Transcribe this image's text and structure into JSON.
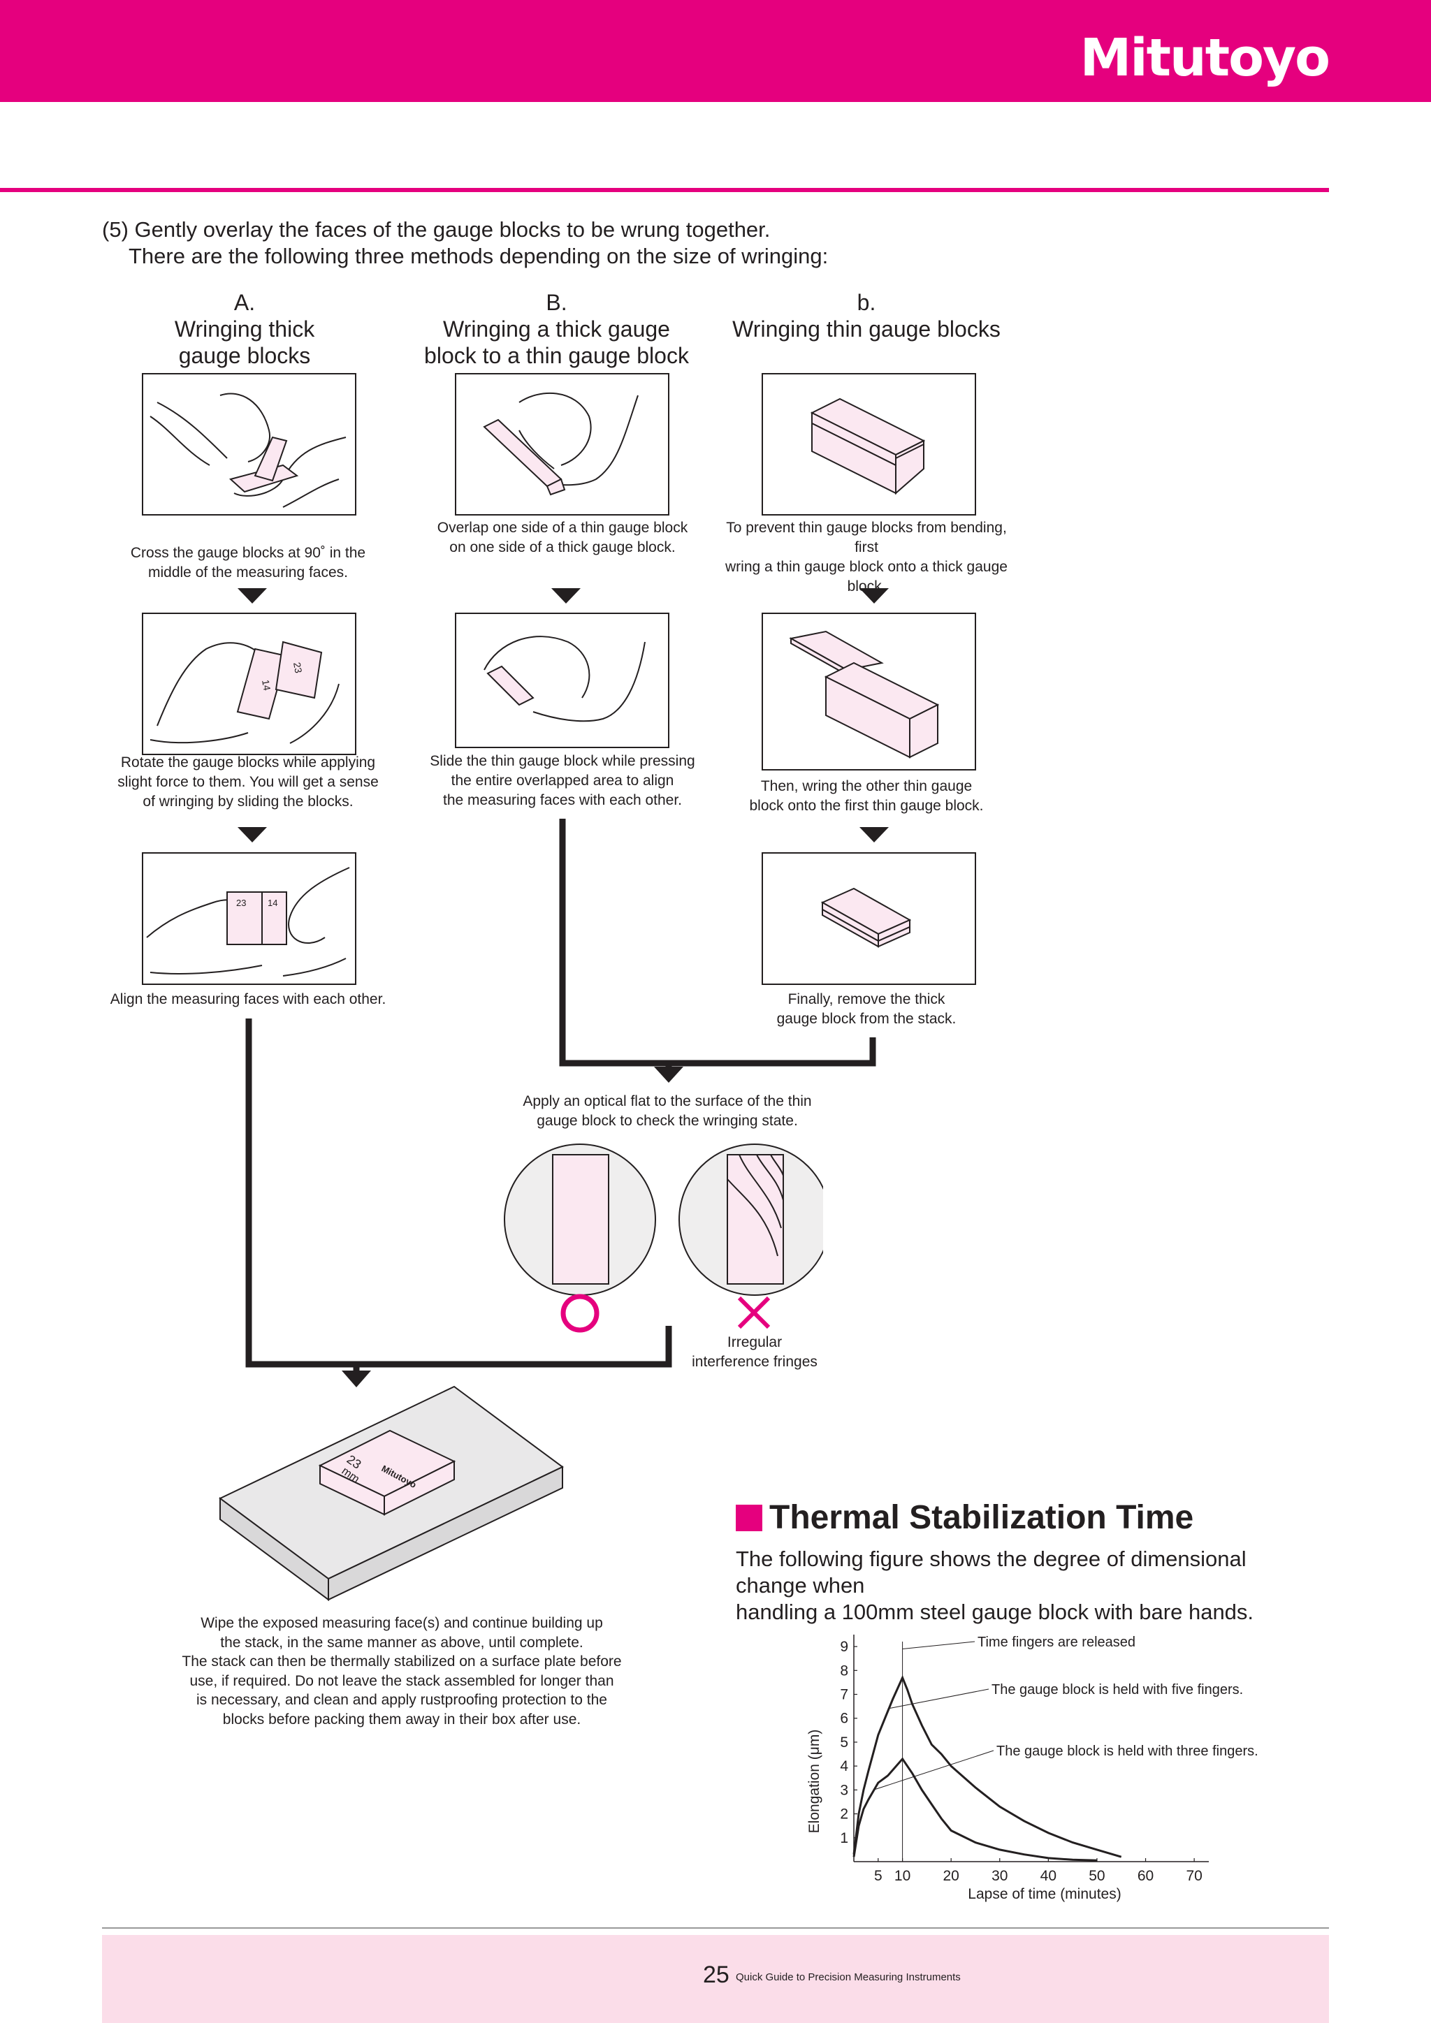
{
  "header": {
    "brand": "Mitutoyo"
  },
  "intro": {
    "line1": "(5) Gently overlay the faces of the gauge blocks to be wrung together.",
    "line2": "There are the following three methods depending on the size of wringing:"
  },
  "columns": {
    "a": {
      "letter": "A.",
      "title_line1": "Wringing thick",
      "title_line2": "gauge blocks"
    },
    "b": {
      "letter": "B.",
      "title_line1": "Wringing a thick gauge",
      "title_line2": "block to a thin gauge block"
    },
    "c": {
      "letter": "b.",
      "title_line1": "Wringing thin gauge blocks"
    }
  },
  "steps": {
    "a1": [
      "Cross the gauge blocks at 90˚ in the",
      "middle of the measuring faces."
    ],
    "a2": [
      "Rotate the gauge blocks while applying",
      "slight force to them. You will get a sense",
      "of wringing by sliding the blocks."
    ],
    "a3": [
      "Align the measuring faces with each other."
    ],
    "b1": [
      "Overlap one side of a thin gauge block",
      "on one side of a thick gauge block."
    ],
    "b2": [
      "Slide the thin gauge block while pressing",
      "the entire overlapped area to align",
      "the measuring faces with each other."
    ],
    "c1": [
      "To prevent thin gauge blocks from bending, first",
      "wring a thin gauge block onto a thick gauge block."
    ],
    "c2": [
      "Then, wring the other thin gauge",
      "block onto the first thin gauge block."
    ],
    "c3": [
      "Finally, remove the thick",
      "gauge block from the stack."
    ],
    "optical": [
      "Apply an optical flat to the surface of the thin",
      "gauge block to check the wringing state."
    ],
    "irregular": [
      "Irregular",
      "interference fringes"
    ],
    "final": [
      "Wipe the exposed measuring face(s) and continue building up",
      "the stack, in the same manner as above, until complete.",
      "The stack can then be thermally stabilized on a surface plate before",
      "use, if required. Do not leave the stack assembled for longer than",
      "is necessary, and clean and apply rustproofing protection to the",
      "blocks before packing them away in their box after use."
    ]
  },
  "block_marks": {
    "size_23": "23",
    "size_14": "14",
    "unit": "mm",
    "maker": "Mitutoyo"
  },
  "section": {
    "title": "Thermal Stabilization Time",
    "desc_line1": "The following figure shows the degree of dimensional change when",
    "desc_line2": "handling a 100mm steel gauge block with bare hands."
  },
  "chart_data": {
    "type": "line",
    "xlabel": "Lapse of time (minutes)",
    "ylabel": "Elongation (μm)",
    "x_ticks": [
      5,
      10,
      20,
      30,
      40,
      50,
      60,
      70
    ],
    "y_ticks": [
      1,
      2,
      3,
      4,
      5,
      6,
      7,
      8,
      9
    ],
    "xlim": [
      0,
      73
    ],
    "ylim": [
      0,
      9.5
    ],
    "annotations": [
      "Time fingers are released",
      "The gauge block is held with five fingers.",
      "The gauge block is held with three fingers."
    ],
    "release_time": 10,
    "series": [
      {
        "x": [
          0,
          1,
          2,
          3,
          5,
          7,
          8,
          10,
          11,
          12,
          14,
          16,
          18,
          20,
          25,
          30,
          35,
          40,
          45,
          50,
          55
        ],
        "y": [
          0.3,
          2.0,
          3.0,
          3.8,
          5.3,
          6.3,
          6.8,
          7.7,
          7.2,
          6.6,
          5.7,
          4.9,
          4.5,
          4.0,
          3.1,
          2.3,
          1.7,
          1.2,
          0.8,
          0.5,
          0.2
        ]
      },
      {
        "x": [
          0,
          1,
          2,
          3,
          5,
          7,
          10,
          12,
          14,
          16,
          18,
          20,
          25,
          30,
          35,
          40,
          45,
          50
        ],
        "y": [
          0.2,
          1.5,
          2.2,
          2.6,
          3.3,
          3.6,
          4.3,
          3.7,
          3.0,
          2.4,
          1.8,
          1.3,
          0.8,
          0.5,
          0.3,
          0.15,
          0.08,
          0.05
        ]
      }
    ]
  },
  "colors": {
    "brand": "#e5007e",
    "block_fill": "#fbe8f1",
    "footer_bg": "#fbdde9",
    "ok_mark": "#e5007e"
  },
  "footer": {
    "page": "25",
    "title": "Quick Guide to Precision Measuring Instruments"
  }
}
